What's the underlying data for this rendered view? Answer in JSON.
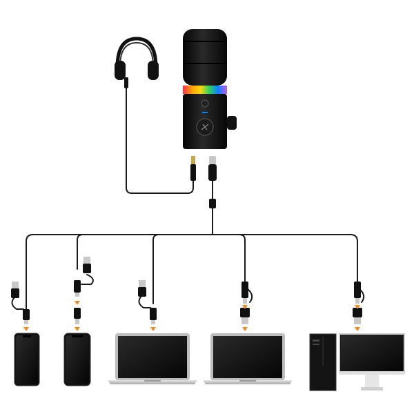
{
  "colors": {
    "background": "#ffffff",
    "cable": "#1a1a1a",
    "device_body": "#111111",
    "connector_metal": "#c8c8c8",
    "arrow_accent": "#f08a1c",
    "rgb_ring": [
      "#ff2d55",
      "#ff9f0a",
      "#ffd60a",
      "#30d158",
      "#0a84ff",
      "#bf5af2"
    ],
    "laptop_silver": "#d9d9d9",
    "screen": "#121212"
  },
  "icons": {
    "microphone": "microphone-icon",
    "headphones": "headphones-icon",
    "phone": "smartphone-icon",
    "laptop": "laptop-icon",
    "desktop": "desktop-pc-icon",
    "usb_a": "usb-a-plug-icon",
    "usb_c": "usb-c-plug-icon",
    "audio_jack": "audio-jack-icon",
    "arrow": "arrow-down-icon"
  },
  "devices": [
    {
      "kind": "phone"
    },
    {
      "kind": "phone"
    },
    {
      "kind": "laptop"
    },
    {
      "kind": "laptop"
    },
    {
      "kind": "desktop"
    }
  ]
}
